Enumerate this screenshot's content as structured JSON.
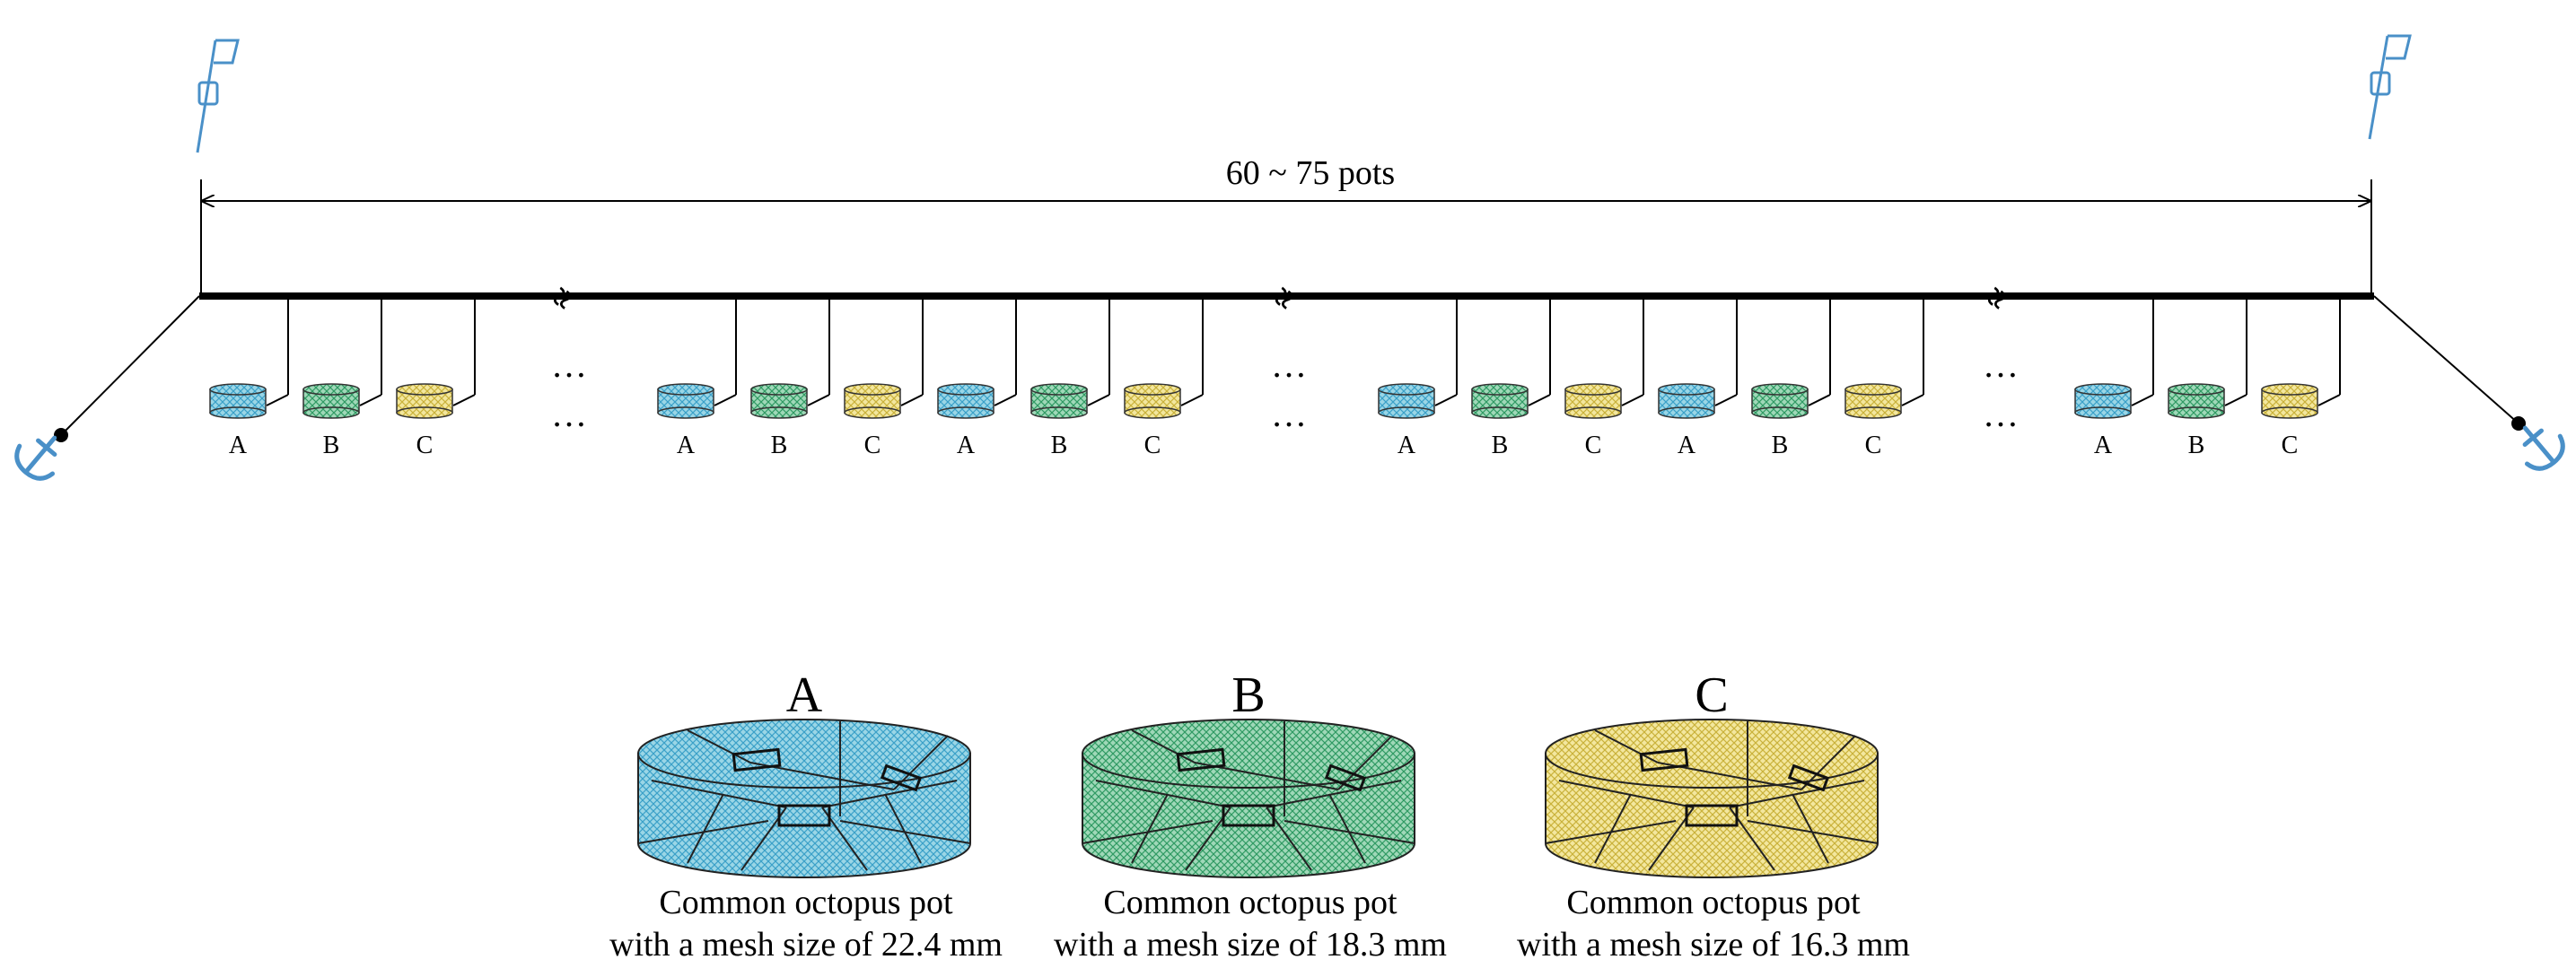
{
  "range_label": "60 ~ 75 pots",
  "ellipsis": "…",
  "break_mark": "≈",
  "groups": [
    {
      "labels": [
        "A",
        "B",
        "C"
      ]
    },
    {
      "labels": [
        "A",
        "B",
        "C",
        "A",
        "B",
        "C"
      ]
    },
    {
      "labels": [
        "A",
        "B",
        "C",
        "A",
        "B",
        "C"
      ]
    },
    {
      "labels": [
        "A",
        "B",
        "C"
      ]
    }
  ],
  "pot_types": [
    {
      "key": "A",
      "line1": "Common octopus pot",
      "line2": "with a mesh size of 22.4 mm",
      "color": "#9ad6e6",
      "mesh": "#3aa0c8"
    },
    {
      "key": "B",
      "line1": "Common octopus pot",
      "line2": "with a mesh size of 18.3 mm",
      "color": "#9fd8b8",
      "mesh": "#2f9a63"
    },
    {
      "key": "C",
      "line1": "Common octopus pot",
      "line2": "with a mesh size of 16.3 mm",
      "color": "#f3e79e",
      "mesh": "#c9b13a"
    }
  ],
  "colors": {
    "buoy": "#4a90c8",
    "anchor": "#4a90c8",
    "line": "#000000"
  },
  "icons": [
    "buoy-flag-icon",
    "anchor-icon",
    "octopus-pot-icon"
  ]
}
